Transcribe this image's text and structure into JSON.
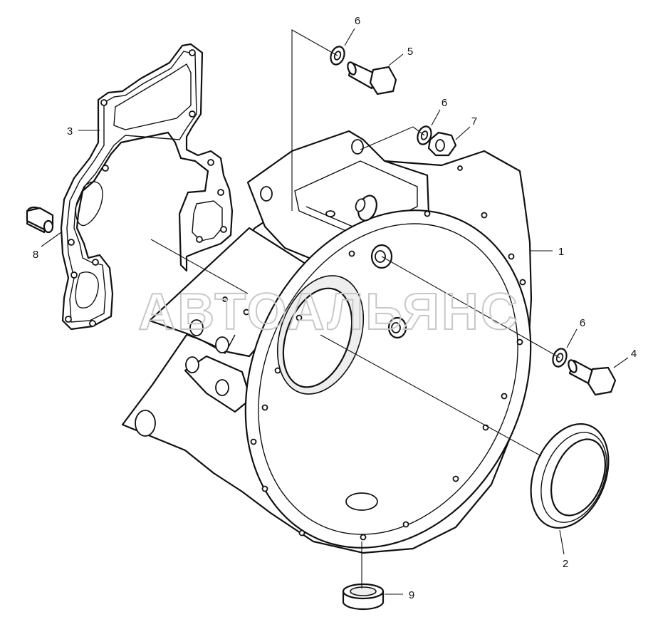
{
  "watermark": "АВТОАЛЬЯНС",
  "callouts": [
    {
      "id": "1",
      "label": "1"
    },
    {
      "id": "2",
      "label": "2"
    },
    {
      "id": "3",
      "label": "3"
    },
    {
      "id": "4",
      "label": "4"
    },
    {
      "id": "5",
      "label": "5"
    },
    {
      "id": "6a",
      "label": "6"
    },
    {
      "id": "6b",
      "label": "6"
    },
    {
      "id": "6c",
      "label": "6"
    },
    {
      "id": "7",
      "label": "7"
    },
    {
      "id": "8",
      "label": "8"
    },
    {
      "id": "9",
      "label": "9"
    }
  ]
}
